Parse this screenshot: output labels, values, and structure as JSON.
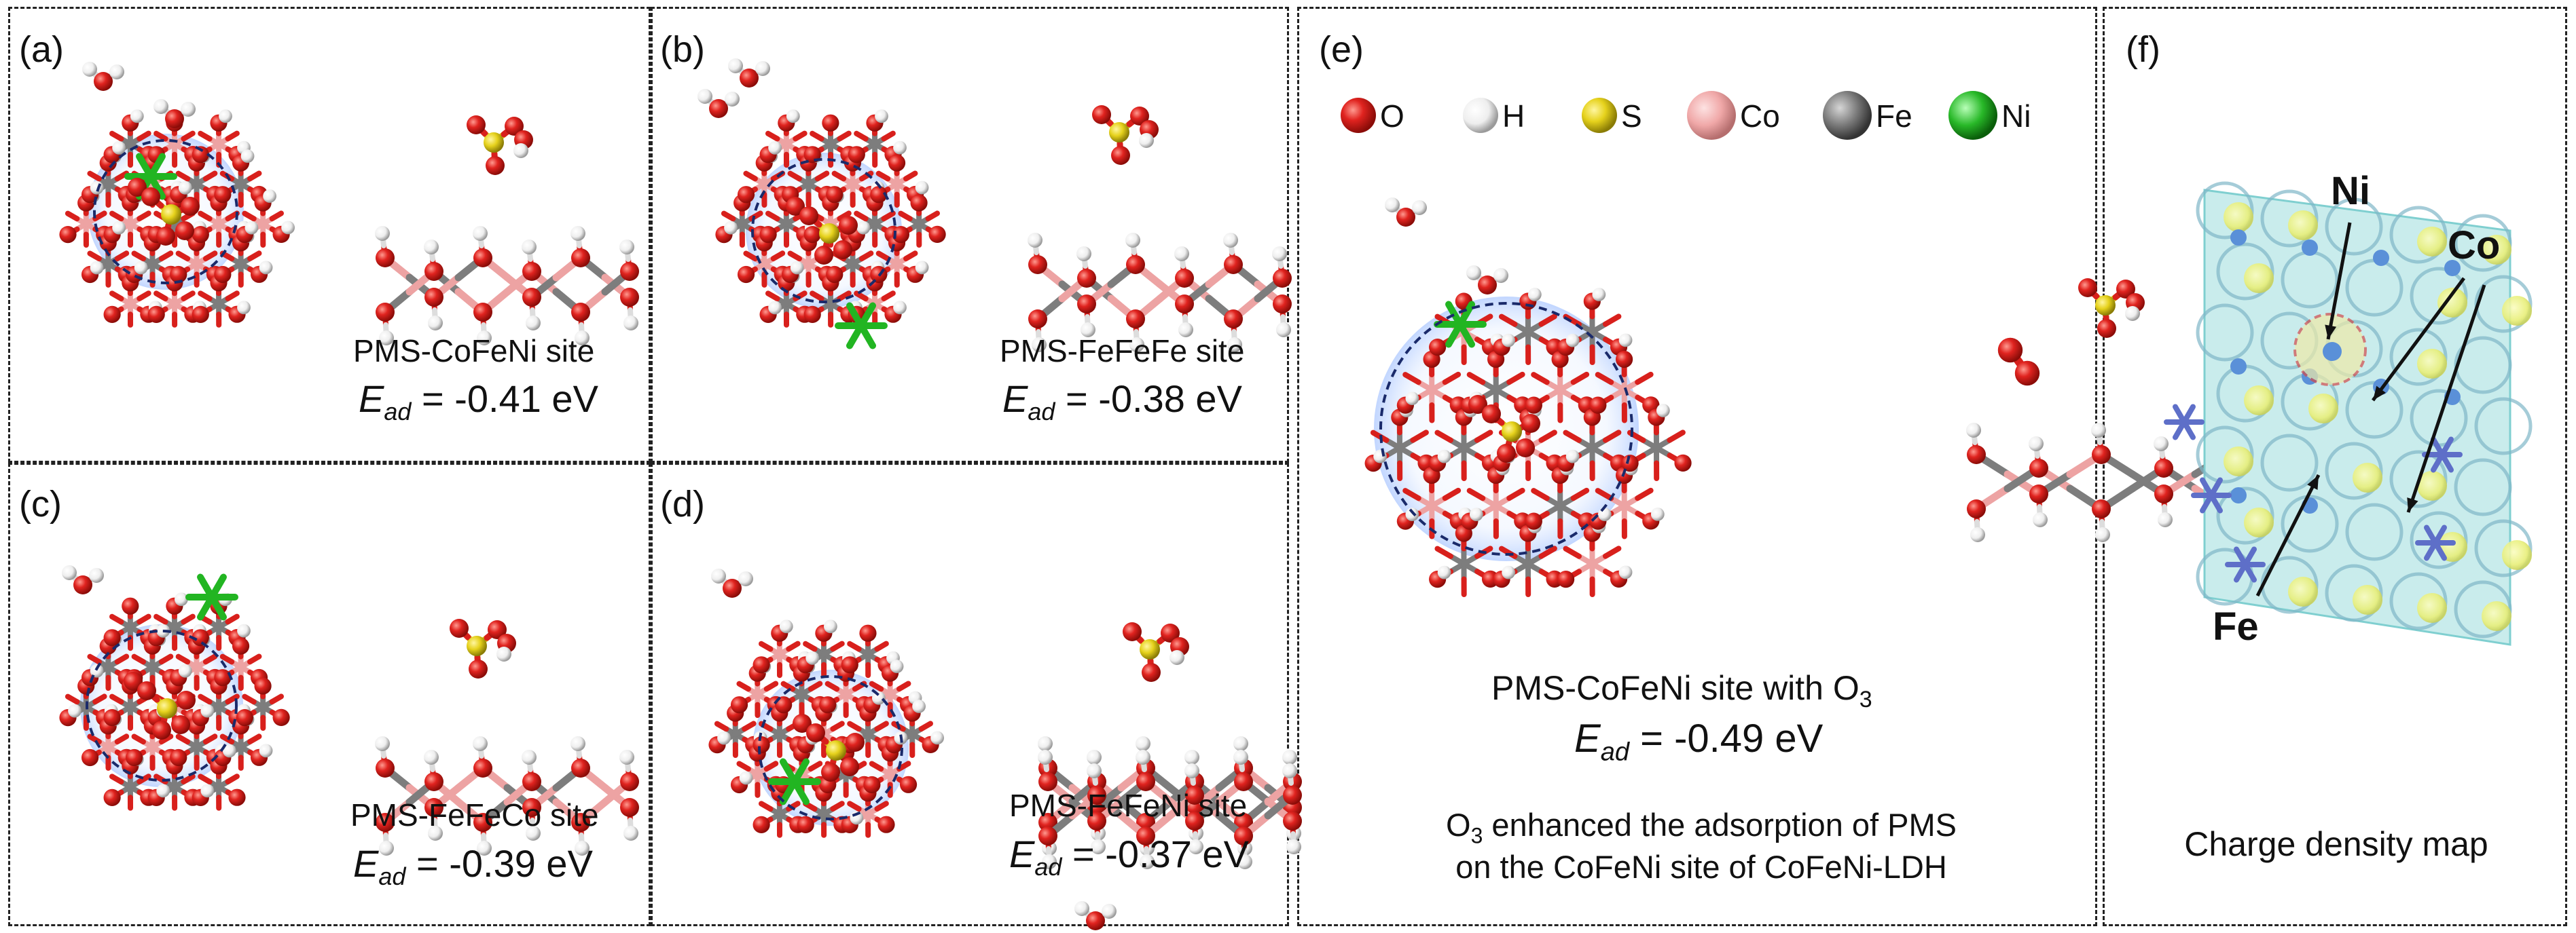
{
  "panels": {
    "a": {
      "label": "(a)",
      "site": "PMS-CoFeNi site",
      "ead_sym": "E",
      "ead_sub": "ad",
      "ead_val": " = -0.41 eV"
    },
    "b": {
      "label": "(b)",
      "site": "PMS-FeFeFe site",
      "ead_sym": "E",
      "ead_sub": "ad",
      "ead_val": " = -0.38 eV"
    },
    "c": {
      "label": "(c)",
      "site": "PMS-FeFeCo site",
      "ead_sym": "E",
      "ead_sub": "ad",
      "ead_val": " = -0.39 eV"
    },
    "d": {
      "label": "(d)",
      "site": "PMS-FeFeNi site",
      "ead_sym": "E",
      "ead_sub": "ad",
      "ead_val": " = -0.37 eV"
    },
    "e": {
      "label": "(e)",
      "site_pre": "PMS-CoFeNi site with O",
      "site_sub": "3",
      "ead_sym": "E",
      "ead_sub": "ad",
      "ead_val": " = -0.49 eV",
      "caption1_pre": "O",
      "caption1_sub": "3",
      "caption1_post": " enhanced the adsorption of PMS",
      "caption2": "on the CoFeNi site of CoFeNi-LDH"
    },
    "f": {
      "label": "(f)",
      "caption": "Charge density map",
      "ni": "Ni",
      "co": "Co",
      "fe": "Fe"
    }
  },
  "legend": [
    {
      "symbol": "O",
      "color": "#e0231f"
    },
    {
      "symbol": "H",
      "color": "#f2f2f2"
    },
    {
      "symbol": "S",
      "color": "#e6d21c"
    },
    {
      "symbol": "Co",
      "color": "#f0a8a8"
    },
    {
      "symbol": "Fe",
      "color": "#7a7a7a"
    },
    {
      "symbol": "Ni",
      "color": "#28b828"
    }
  ]
}
